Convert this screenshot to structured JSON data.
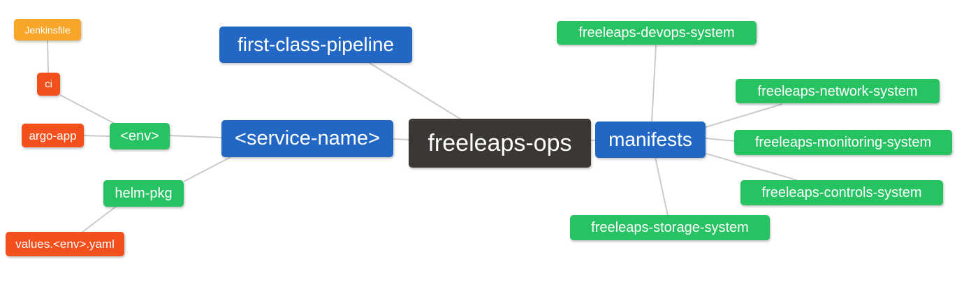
{
  "diagram": {
    "type": "mindmap",
    "background": "#FFFFFF",
    "edge_color": "#CBCBCB",
    "colors": {
      "orange": "#F8A62A",
      "red_orange": "#F4501E",
      "green": "#27C262",
      "blue": "#2267C4",
      "dark": "#3B3834"
    },
    "root": "freeleaps-ops",
    "nodes": {
      "jenkinsfile": {
        "label": "Jenkinsfile",
        "color": "orange"
      },
      "ci": {
        "label": "ci",
        "color": "red_orange"
      },
      "argo_app": {
        "label": "argo-app",
        "color": "red_orange"
      },
      "env": {
        "label": "<env>",
        "color": "green"
      },
      "helm_pkg": {
        "label": "helm-pkg",
        "color": "green"
      },
      "values_env_yaml": {
        "label": "values.<env>.yaml",
        "color": "red_orange"
      },
      "first_class_pipeline": {
        "label": "first-class-pipeline",
        "color": "blue"
      },
      "service_name": {
        "label": "<service-name>",
        "color": "blue"
      },
      "freeleaps_ops": {
        "label": "freeleaps-ops",
        "color": "dark"
      },
      "manifests": {
        "label": "manifests",
        "color": "blue"
      },
      "devops_system": {
        "label": "freeleaps-devops-system",
        "color": "green"
      },
      "network_system": {
        "label": "freeleaps-network-system",
        "color": "green"
      },
      "monitoring_system": {
        "label": "freeleaps-monitoring-system",
        "color": "green"
      },
      "controls_system": {
        "label": "freeleaps-controls-system",
        "color": "green"
      },
      "storage_system": {
        "label": "freeleaps-storage-system",
        "color": "green"
      }
    },
    "edges": [
      {
        "from": "jenkinsfile",
        "to": "ci"
      },
      {
        "from": "ci",
        "to": "env"
      },
      {
        "from": "argo_app",
        "to": "env"
      },
      {
        "from": "env",
        "to": "service_name"
      },
      {
        "from": "helm_pkg",
        "to": "service_name"
      },
      {
        "from": "helm_pkg",
        "to": "values_env_yaml"
      },
      {
        "from": "first_class_pipeline",
        "to": "freeleaps_ops"
      },
      {
        "from": "service_name",
        "to": "freeleaps_ops"
      },
      {
        "from": "freeleaps_ops",
        "to": "manifests"
      },
      {
        "from": "manifests",
        "to": "devops_system"
      },
      {
        "from": "manifests",
        "to": "network_system"
      },
      {
        "from": "manifests",
        "to": "monitoring_system"
      },
      {
        "from": "manifests",
        "to": "controls_system"
      },
      {
        "from": "manifests",
        "to": "storage_system"
      }
    ]
  }
}
